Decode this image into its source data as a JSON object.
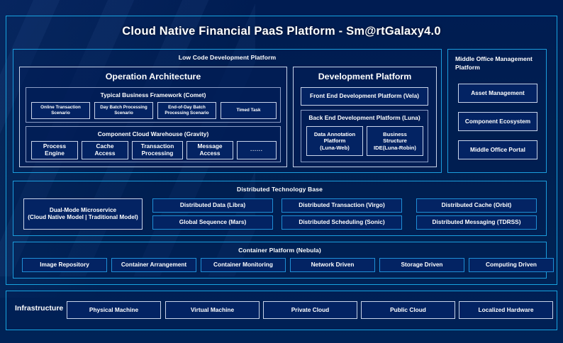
{
  "header": {
    "title": "Cloud Native Financial PaaS Platform - Sm@rtGalaxy4.0"
  },
  "low_code": {
    "title": "Low Code Development Platform",
    "operation_architecture": {
      "title": "Operation Architecture",
      "typical_business_framework": {
        "title": "Typical Business Framework (Comet)",
        "items": [
          "Online Transaction\nScenario",
          "Day Batch Processing\nScenario",
          "End-of-Day Batch\nProcessing Scenario",
          "Timed Task"
        ]
      },
      "component_cloud_warehouse": {
        "title": "Component Cloud Warehouse (Gravity)",
        "items": [
          "Process\nEngine",
          "Cache\nAccess",
          "Transaction\nProcessing",
          "Message\nAccess",
          "......"
        ]
      }
    },
    "development_platform": {
      "title": "Development Platform",
      "front_end": "Front End Development Platform (Vela)",
      "back_end": {
        "title": "Back End Development Platform (Luna)",
        "items": [
          "Data Annotation\nPlatform\n(Luna-Web)",
          "Business\nStructure\nIDE(Luna-Robin)"
        ]
      }
    }
  },
  "middle_office": {
    "title": "Middle Office Management Platform",
    "items": [
      "Asset Management",
      "Component Ecosystem",
      "Middle Office Portal"
    ]
  },
  "distributed_base": {
    "title": "Distributed Technology Base",
    "highlight": "Dual-Mode Microservice\n(Cloud Native Model | Traditional Model)",
    "items": [
      "Distributed Data (Libra)",
      "Distributed Transaction (Virgo)",
      "Distributed Cache (Orbit)",
      "Global Sequence (Mars)",
      "Distributed Scheduling (Sonic)",
      "Distributed Messaging (TDRSS)"
    ]
  },
  "container_platform": {
    "title": "Container Platform (Nebula)",
    "items": [
      "Image Repository",
      "Container Arrangement",
      "Container Monitoring",
      "Network Driven",
      "Storage Driven",
      "Computing Driven"
    ]
  },
  "infrastructure": {
    "label": "Infrastructure",
    "items": [
      "Physical Machine",
      "Virtual Machine",
      "Private Cloud",
      "Public Cloud",
      "Localized Hardware"
    ]
  },
  "colors": {
    "background": "#001c52",
    "frame_border": "#17a3e0",
    "panel_border": "#1b9ede",
    "subpanel_border": "#8d9ec6",
    "chip_border": "#c9d4ea",
    "chip_fill": "#032363",
    "text": "#ffffff"
  }
}
